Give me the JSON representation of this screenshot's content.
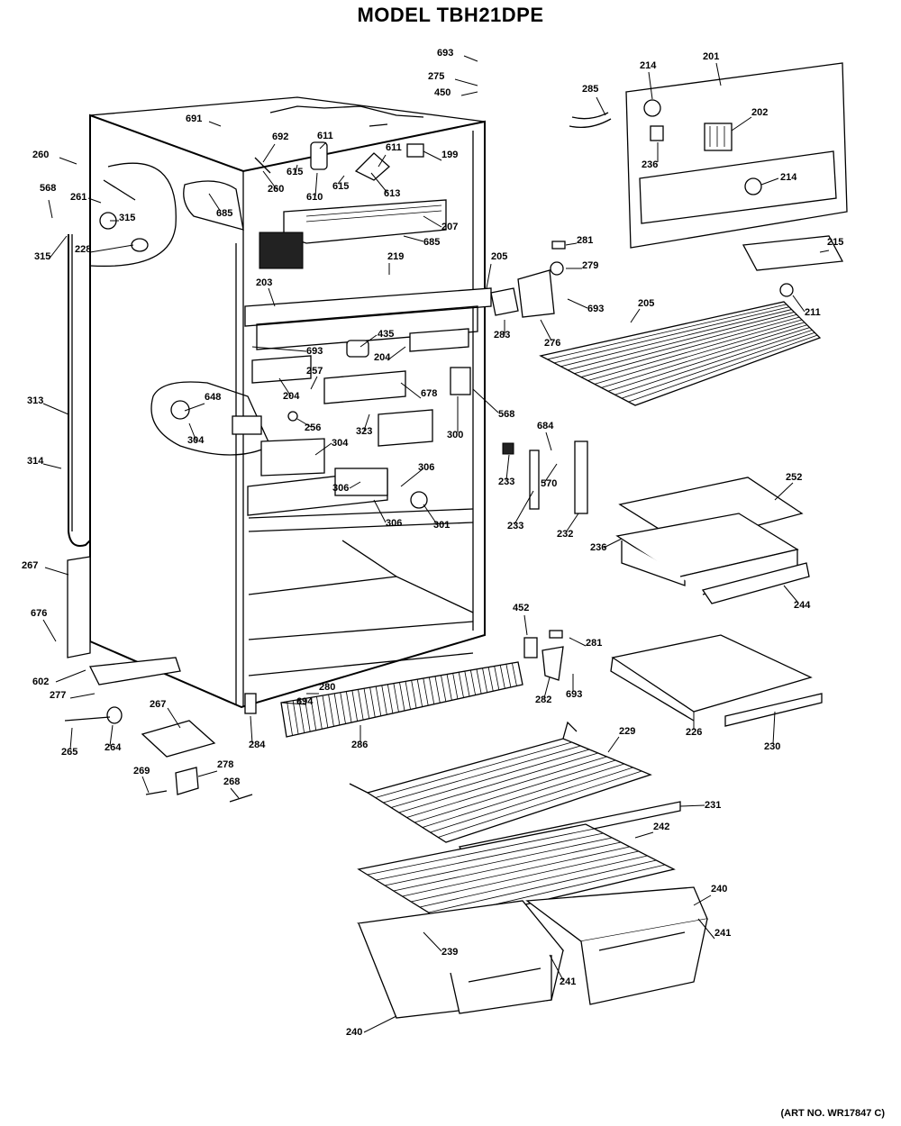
{
  "title": "MODEL TBH21DPE",
  "art_number": "(ART NO. WR17847 C)",
  "part_labels": [
    {
      "id": "693a",
      "text": "693"
    },
    {
      "id": "275",
      "text": "275"
    },
    {
      "id": "450",
      "text": "450"
    },
    {
      "id": "285",
      "text": "285"
    },
    {
      "id": "214a",
      "text": "214"
    },
    {
      "id": "201",
      "text": "201"
    },
    {
      "id": "202",
      "text": "202"
    },
    {
      "id": "236a",
      "text": "236"
    },
    {
      "id": "214b",
      "text": "214"
    },
    {
      "id": "215",
      "text": "215"
    },
    {
      "id": "691",
      "text": "691"
    },
    {
      "id": "692",
      "text": "692"
    },
    {
      "id": "611a",
      "text": "611"
    },
    {
      "id": "611b",
      "text": "611"
    },
    {
      "id": "199",
      "text": "199"
    },
    {
      "id": "260a",
      "text": "260"
    },
    {
      "id": "615a",
      "text": "615"
    },
    {
      "id": "615b",
      "text": "615"
    },
    {
      "id": "260b",
      "text": "260"
    },
    {
      "id": "610",
      "text": "610"
    },
    {
      "id": "613",
      "text": "613"
    },
    {
      "id": "261a",
      "text": "261"
    },
    {
      "id": "568a",
      "text": "568"
    },
    {
      "id": "685a",
      "text": "685"
    },
    {
      "id": "315a",
      "text": "315"
    },
    {
      "id": "228",
      "text": "228"
    },
    {
      "id": "315b",
      "text": "315"
    },
    {
      "id": "207",
      "text": "207"
    },
    {
      "id": "685b",
      "text": "685"
    },
    {
      "id": "281a",
      "text": "281"
    },
    {
      "id": "279",
      "text": "279"
    },
    {
      "id": "219",
      "text": "219"
    },
    {
      "id": "205a",
      "text": "205"
    },
    {
      "id": "203",
      "text": "203"
    },
    {
      "id": "693b",
      "text": "693"
    },
    {
      "id": "205b",
      "text": "205"
    },
    {
      "id": "211",
      "text": "211"
    },
    {
      "id": "283",
      "text": "283"
    },
    {
      "id": "276",
      "text": "276"
    },
    {
      "id": "435",
      "text": "435"
    },
    {
      "id": "693c",
      "text": "693"
    },
    {
      "id": "204a",
      "text": "204"
    },
    {
      "id": "257",
      "text": "257"
    },
    {
      "id": "313",
      "text": "313"
    },
    {
      "id": "648",
      "text": "648"
    },
    {
      "id": "204b",
      "text": "204"
    },
    {
      "id": "678",
      "text": "678"
    },
    {
      "id": "568b",
      "text": "568"
    },
    {
      "id": "256",
      "text": "256"
    },
    {
      "id": "323",
      "text": "323"
    },
    {
      "id": "300",
      "text": "300"
    },
    {
      "id": "304a",
      "text": "304"
    },
    {
      "id": "304b",
      "text": "304"
    },
    {
      "id": "684",
      "text": "684"
    },
    {
      "id": "314",
      "text": "314"
    },
    {
      "id": "306a",
      "text": "306"
    },
    {
      "id": "233a",
      "text": "233"
    },
    {
      "id": "570",
      "text": "570"
    },
    {
      "id": "252",
      "text": "252"
    },
    {
      "id": "306b",
      "text": "306"
    },
    {
      "id": "306c",
      "text": "306"
    },
    {
      "id": "301",
      "text": "301"
    },
    {
      "id": "233b",
      "text": "233"
    },
    {
      "id": "232",
      "text": "232"
    },
    {
      "id": "236b",
      "text": "236"
    },
    {
      "id": "267a",
      "text": "267"
    },
    {
      "id": "244",
      "text": "244"
    },
    {
      "id": "676",
      "text": "676"
    },
    {
      "id": "452",
      "text": "452"
    },
    {
      "id": "281b",
      "text": "281"
    },
    {
      "id": "602",
      "text": "602"
    },
    {
      "id": "277",
      "text": "277"
    },
    {
      "id": "694",
      "text": "694"
    },
    {
      "id": "280",
      "text": "280"
    },
    {
      "id": "282",
      "text": "282"
    },
    {
      "id": "693d",
      "text": "693"
    },
    {
      "id": "226",
      "text": "226"
    },
    {
      "id": "267b",
      "text": "267"
    },
    {
      "id": "264",
      "text": "264"
    },
    {
      "id": "265",
      "text": "265"
    },
    {
      "id": "284",
      "text": "284"
    },
    {
      "id": "286",
      "text": "286"
    },
    {
      "id": "229",
      "text": "229"
    },
    {
      "id": "230",
      "text": "230"
    },
    {
      "id": "269",
      "text": "269"
    },
    {
      "id": "278",
      "text": "278"
    },
    {
      "id": "268",
      "text": "268"
    },
    {
      "id": "231",
      "text": "231"
    },
    {
      "id": "242",
      "text": "242"
    },
    {
      "id": "240a",
      "text": "240"
    },
    {
      "id": "241a",
      "text": "241"
    },
    {
      "id": "239",
      "text": "239"
    },
    {
      "id": "241b",
      "text": "241"
    },
    {
      "id": "240b",
      "text": "240"
    }
  ]
}
